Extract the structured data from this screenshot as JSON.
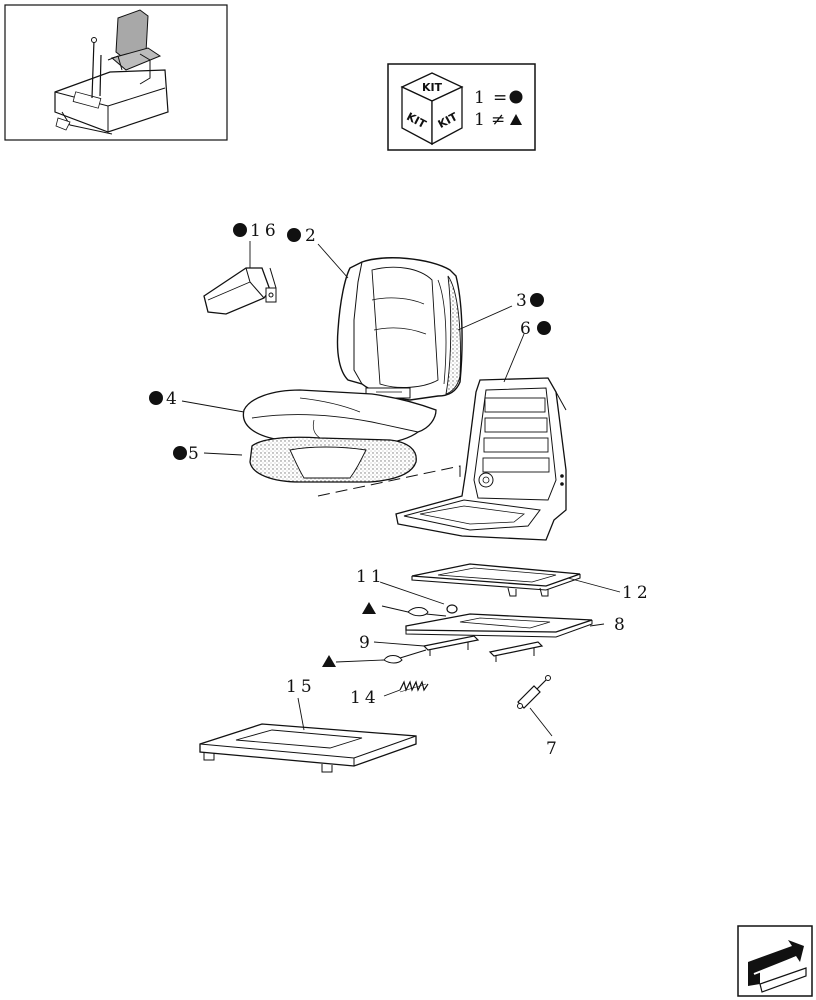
{
  "colors": {
    "ink": "#111111",
    "paper": "#ffffff",
    "shade": "#9a9a9a",
    "dot": "#222222"
  },
  "kit_legend": {
    "cube_faces": [
      "KIT",
      "KIT",
      "KIT"
    ],
    "rows": [
      {
        "qty": "1",
        "sign": "=",
        "marker": "circle"
      },
      {
        "qty": "1",
        "sign": "≠",
        "marker": "triangle"
      }
    ]
  },
  "callouts": [
    {
      "id": "armrest",
      "label": "16",
      "marker": "circle"
    },
    {
      "id": "backrest",
      "label": "2",
      "marker": "circle"
    },
    {
      "id": "back-foam",
      "label": "3",
      "marker": "circle"
    },
    {
      "id": "frame",
      "label": "6",
      "marker": "circle"
    },
    {
      "id": "cushion",
      "label": "4",
      "marker": "circle"
    },
    {
      "id": "cushion-foam",
      "label": "5",
      "marker": "circle"
    },
    {
      "id": "pin",
      "label": "11",
      "marker": "none"
    },
    {
      "id": "top-plate",
      "label": "12",
      "marker": "none"
    },
    {
      "id": "lever-a",
      "label": "",
      "marker": "triangle"
    },
    {
      "id": "slide-plate",
      "label": "8",
      "marker": "none"
    },
    {
      "id": "rail",
      "label": "9",
      "marker": "none"
    },
    {
      "id": "lever-b",
      "label": "",
      "marker": "triangle"
    },
    {
      "id": "base",
      "label": "15",
      "marker": "none"
    },
    {
      "id": "spring",
      "label": "14",
      "marker": "none"
    },
    {
      "id": "damper",
      "label": "7",
      "marker": "none"
    }
  ],
  "icons": {
    "thumbnail": "machine-thumbnail-icon",
    "kit": "kit-cube-icon",
    "nav": "next-page-arrow-icon"
  }
}
